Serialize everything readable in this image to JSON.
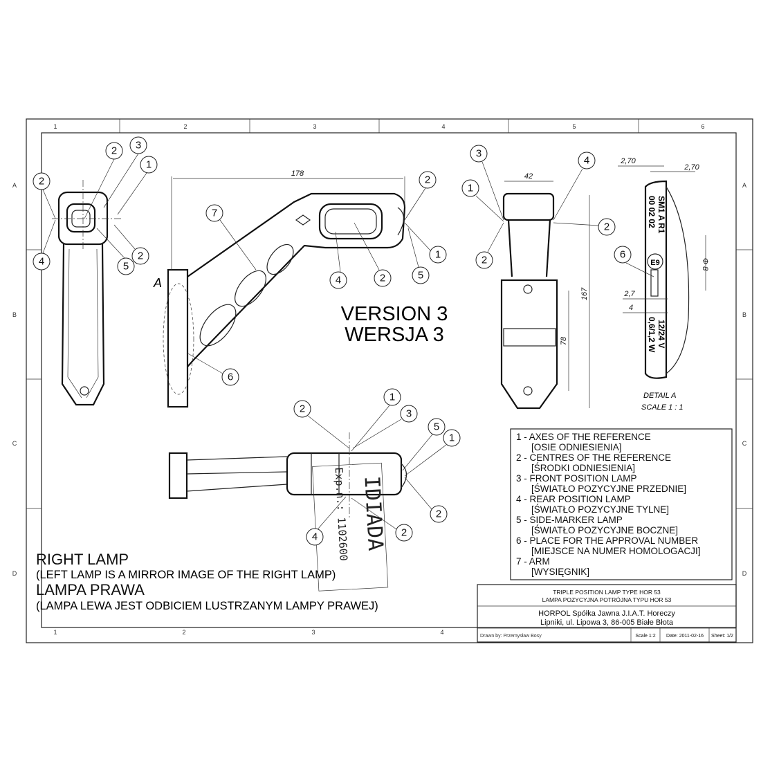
{
  "zones": {
    "columns_top": [
      "1",
      "2",
      "3",
      "4",
      "5",
      "6"
    ],
    "columns_bottom": [
      "1",
      "2",
      "3",
      "4"
    ],
    "rows": [
      "A",
      "B",
      "C",
      "D"
    ]
  },
  "balloons": [
    "2",
    "3",
    "1",
    "2",
    "4",
    "2",
    "5",
    "2",
    "7",
    "4",
    "2",
    "5",
    "1",
    "6",
    "3",
    "1",
    "4",
    "2",
    "2",
    "6",
    "2",
    "1",
    "3",
    "5",
    "1",
    "2",
    "2",
    "4"
  ],
  "dimensions": {
    "length": "178",
    "width": "42",
    "height": "167",
    "hole_spacing": "78",
    "detail_w1": "2,70",
    "detail_w2": "2,70",
    "diameter": "Φ 8",
    "d27": "2,7",
    "d4": "4"
  },
  "view_label_a": "A",
  "marking": {
    "l1": "SM1  A  R1",
    "l2": "00  02  02",
    "approval": "E9",
    "voltage": "12/24 V",
    "power": "0,6/1,2 W"
  },
  "detail": {
    "title": "DETAIL A",
    "scale": "SCALE 1 : 1"
  },
  "version": {
    "en": "VERSION 3",
    "pl": "WERSJA 3"
  },
  "notes": {
    "right_lamp": "RIGHT LAMP",
    "right_lamp_note": "(LEFT LAMP IS A MIRROR IMAGE OF THE RIGHT LAMP)",
    "lampa_prawa": "LAMPA PRAWA",
    "lampa_prawa_note": "(LAMPA LEWA JEST ODBICIEM LUSTRZANYM LAMPY PRAWEJ)"
  },
  "legend": [
    "1 - AXES OF THE REFERENCE",
    "[OSIE ODNIESIENIA]",
    "2 - CENTRES OF THE REFERENCE",
    "[ŚRODKI ODNIESIENIA]",
    "3 - FRONT POSITION LAMP",
    "[ŚWIATŁO POZYCYJNE PRZEDNIE]",
    "4 - REAR POSITION LAMP",
    "[ŚWIATŁO POZYCYJNE TYLNE]",
    "5 - SIDE-MARKER LAMP",
    "[ŚWIATŁO POZYCYJNE BOCZNE]",
    "6 - PLACE FOR THE APPROVAL NUMBER",
    "[MIEJSCE NA NUMER HOMOLOGACJI]",
    "7 - ARM",
    "[WYSIĘGNIK]"
  ],
  "stamp": {
    "lab": "IDIADA",
    "exp": "Exp.n.: 1102600"
  },
  "title_block": {
    "title_en": "TRIPLE POSITION LAMP TYPE HOR 53",
    "title_pl": "LAMPA POZYCYJNA POTRÓJNA TYPU HOR 53",
    "company": "HORPOL Spółka Jawna   J.I.A.T. Horeczy",
    "address": "Lipniki, ul. Lipowa 3, 86-005 Białe Błota",
    "drawn_by": "Drawn by:  Przemysław Bosy",
    "scale": "Scale  1:2",
    "date": "Date: 2011-02-16",
    "sheet": "Sheet: 1/2"
  }
}
